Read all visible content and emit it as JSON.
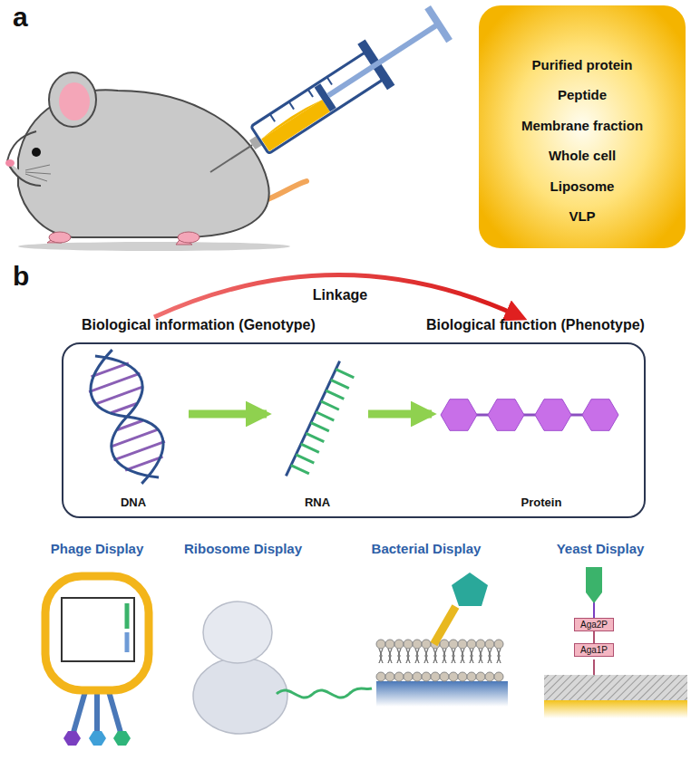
{
  "diagram": {
    "nodes": [
      {
        "text": [
          "Purified protein",
          "Peptide",
          "Membrane fraction",
          "Whole cell",
          "Liposome",
          "VLP"
        ]
      },
      {
        "text": [
          "Biological information (Genotype)",
          "Biological function (Phenotype)"
        ]
      },
      {
        "text": [
          "DNA"
        ],
        "in": 1
      },
      {
        "text": [
          "RNA"
        ],
        "in": 1
      },
      {
        "text": [
          "Protein"
        ],
        "in": 1
      },
      {
        "text": [
          "Aga2P"
        ]
      },
      {
        "text": [
          "Aga1P"
        ]
      }
    ],
    "edges": [
      {
        "from": 2,
        "to": 3,
        "arrow": "to"
      },
      {
        "from": 3,
        "to": 4,
        "arrow": "to"
      },
      {
        "from": 5,
        "to": 6,
        "arrow": "none"
      }
    ],
    "labels": [
      "a",
      "b",
      "Linkage",
      "Phage Display",
      "Ribosome Display",
      "Bacterial Display",
      "Yeast Display"
    ]
  }
}
